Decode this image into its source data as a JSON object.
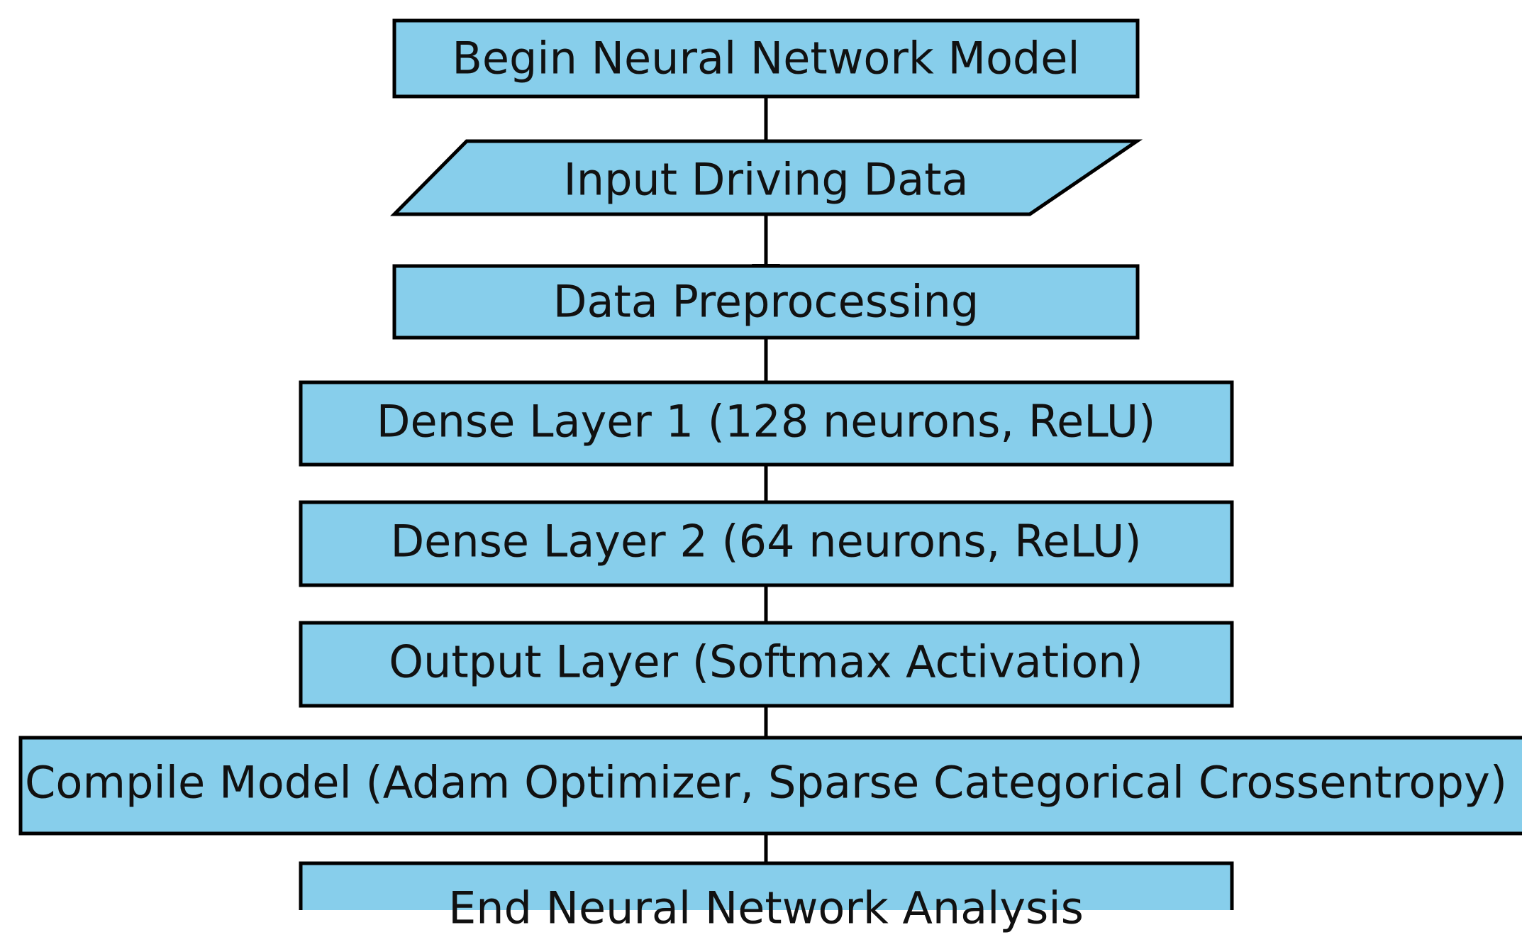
{
  "colors": {
    "node_fill": "#87ceeb",
    "node_stroke": "#000000",
    "text": "#111111",
    "background": "#ffffff"
  },
  "nodes": [
    {
      "id": "begin",
      "shape": "rectangle",
      "label": "Begin Neural Network Model"
    },
    {
      "id": "input",
      "shape": "parallelogram",
      "label": "Input Driving Data"
    },
    {
      "id": "preprocess",
      "shape": "rectangle",
      "label": "Data Preprocessing"
    },
    {
      "id": "dense1",
      "shape": "rectangle",
      "label": "Dense Layer 1 (128 neurons, ReLU)"
    },
    {
      "id": "dense2",
      "shape": "rectangle",
      "label": "Dense Layer 2 (64 neurons, ReLU)"
    },
    {
      "id": "output",
      "shape": "rectangle",
      "label": "Output Layer (Softmax Activation)"
    },
    {
      "id": "compile",
      "shape": "rectangle",
      "label": "Compile Model (Adam Optimizer, Sparse Categorical Crossentropy)"
    },
    {
      "id": "end",
      "shape": "rectangle",
      "label": "End Neural Network Analysis"
    }
  ],
  "edges": [
    {
      "from": "begin",
      "to": "input"
    },
    {
      "from": "input",
      "to": "preprocess"
    },
    {
      "from": "preprocess",
      "to": "dense1"
    },
    {
      "from": "dense1",
      "to": "dense2"
    },
    {
      "from": "dense2",
      "to": "output"
    },
    {
      "from": "output",
      "to": "compile"
    },
    {
      "from": "compile",
      "to": "end"
    }
  ]
}
